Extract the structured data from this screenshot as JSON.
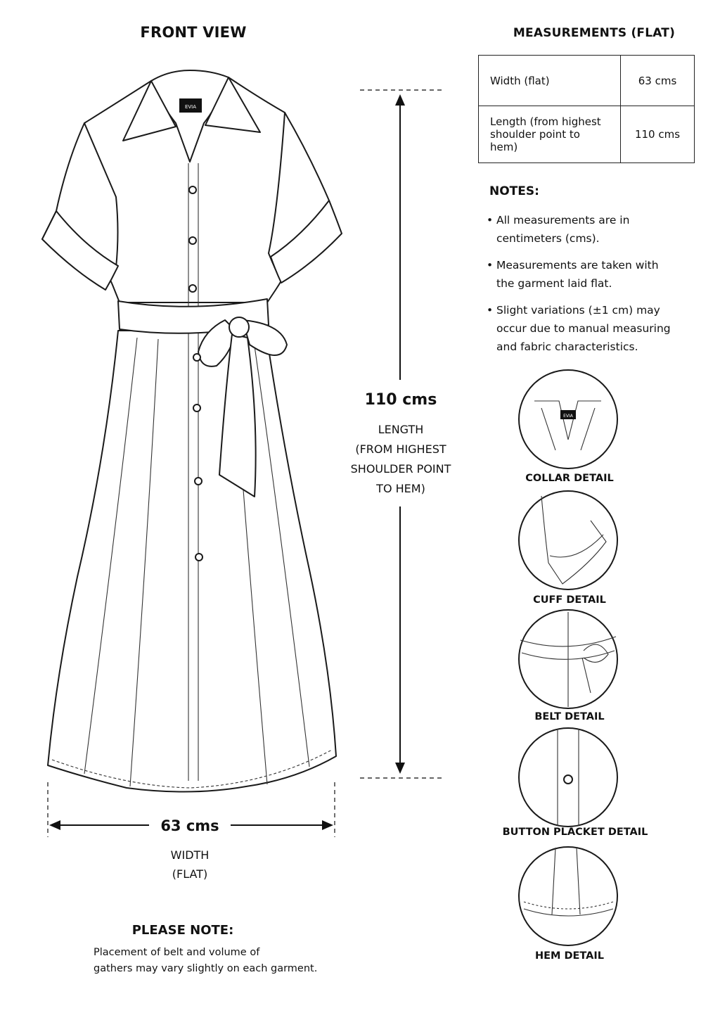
{
  "front_view_title": "FRONT VIEW",
  "measurements": {
    "title": "MEASUREMENTS (FLAT)",
    "rows": [
      {
        "label": "Width (flat)",
        "value": "63 cms"
      },
      {
        "label_line1": "Length (from highest",
        "label_line2": "shoulder point to hem)",
        "value": "110 cms"
      }
    ]
  },
  "notes": {
    "title": "NOTES:",
    "items": [
      {
        "line1": "All measurements are in",
        "line2": "centimeters (cms)."
      },
      {
        "line1": "Measurements are taken with",
        "line2": "the garment laid flat."
      },
      {
        "line1": "Slight variations (±1 cm) may",
        "line2": "occur due to manual measuring",
        "line3": "and fabric characteristics."
      }
    ]
  },
  "length_dimension": {
    "value": "110 cms",
    "lines": [
      "LENGTH",
      "(FROM HIGHEST",
      "SHOULDER POINT",
      "TO HEM)"
    ]
  },
  "width_dimension": {
    "value": "63 cms",
    "lines": [
      "WIDTH",
      "(FLAT)"
    ]
  },
  "label_tag": "EVIA",
  "details": [
    "COLLAR DETAIL",
    "CUFF DETAIL",
    "BELT DETAIL",
    "BUTTON PLACKET DETAIL",
    "HEM DETAIL"
  ],
  "please_note": {
    "title": "PLEASE NOTE:",
    "line1": "Placement of belt and volume of",
    "line2": "gathers may vary slightly on each garment."
  }
}
